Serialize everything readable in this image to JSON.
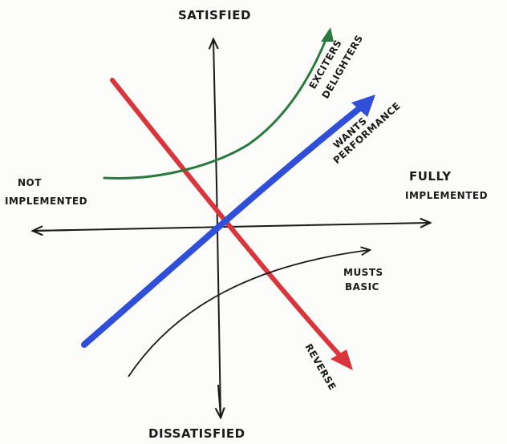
{
  "title": "Kano model sketch",
  "axes": {
    "top": "SATISFIED",
    "bottom": "DISSATISFIED",
    "left_line1": "NOT",
    "left_line2": "IMPLEMENTED",
    "right_line1": "FULLY",
    "right_line2": "IMPLEMENTED"
  },
  "curves": {
    "exciters": {
      "line1": "EXCITERS",
      "line2": "DELIGHTERS",
      "color": "#2a7a3e"
    },
    "performance": {
      "line1": "WANTS",
      "line2": "PERFORMANCE",
      "color": "#2f4fd8"
    },
    "basic": {
      "line1": "MUSTS",
      "line2": "BASIC",
      "color": "#1a1a1a"
    },
    "reverse": {
      "line1": "REVERSE",
      "color": "#d9353a"
    }
  }
}
